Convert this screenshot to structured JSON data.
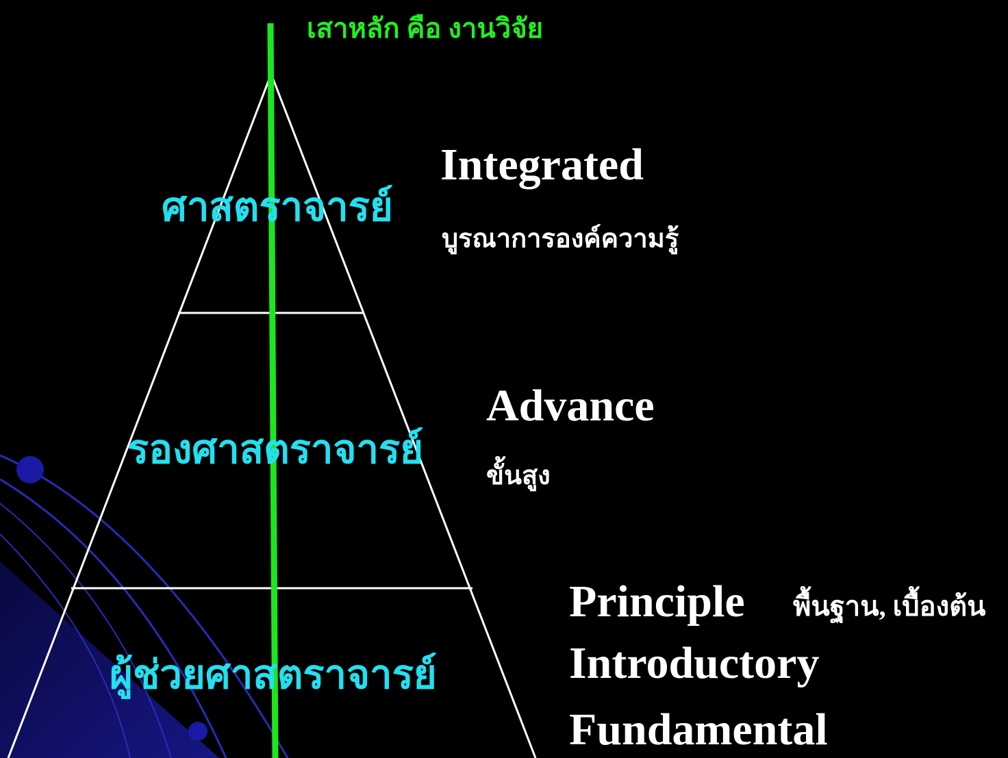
{
  "colors": {
    "background": "#000000",
    "pillar": "#1ee61e",
    "pillar_text": "#22ee22",
    "rank_text": "#22e0f0",
    "level_text": "#ffffff",
    "pyramid_line": "#ffffff",
    "decor_blue": "#1a1aa6"
  },
  "pillar": {
    "label": "เสาหลัก คือ งานวิจัย"
  },
  "ranks": [
    {
      "label": "ศาสตราจารย์"
    },
    {
      "label": "รองศาสตราจารย์"
    },
    {
      "label": "ผู้ช่วยศาสตราจารย์"
    }
  ],
  "levels": {
    "top": {
      "en": "Integrated",
      "th": "บูรณาการองค์ความรู้"
    },
    "middle": {
      "en": "Advance",
      "th": "ขั้นสูง"
    },
    "bottom": {
      "en": "Principle",
      "th": "พื้นฐาน, เบื้องต้น",
      "en_2": "Introductory",
      "en_3": "Fundamental"
    }
  }
}
